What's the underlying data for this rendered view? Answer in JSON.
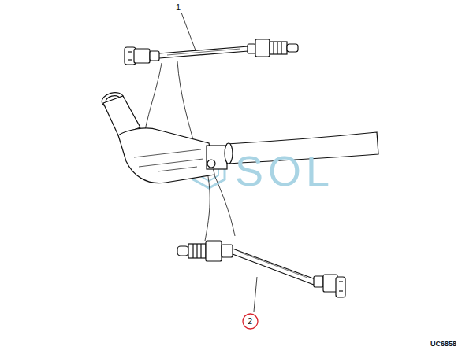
{
  "diagram": {
    "nodes": [
      {
        "text": [
          "2"
        ]
      }
    ],
    "labels": [
      "1",
      "SOL",
      "UC6858"
    ]
  }
}
